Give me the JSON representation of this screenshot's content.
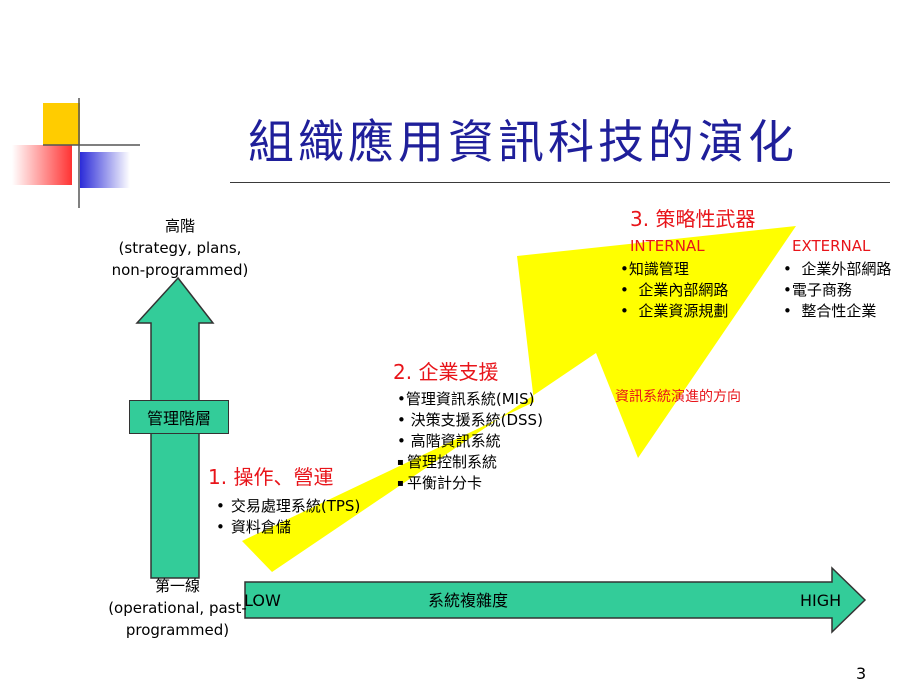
{
  "slide": {
    "title": "組織應用資訊科技的演化",
    "page_number": "3"
  },
  "vertical_axis": {
    "top_label_line1": "高階",
    "top_label_line2": "(strategy, plans,",
    "top_label_line3": "non-programmed)",
    "middle_box": "管理階層",
    "bottom_label_line1": "第一線",
    "bottom_label_line2": "(operational, past-",
    "bottom_label_line3": "programmed)"
  },
  "horizontal_axis": {
    "low": "LOW",
    "center": "系統複雜度",
    "high": "HIGH"
  },
  "stage1": {
    "heading": "1.  操作、營運",
    "items": [
      "交易處理系統(TPS)",
      "資料倉儲"
    ]
  },
  "stage2": {
    "heading": "2. 企業支援",
    "items": [
      "管理資訊系統(MIS)",
      "決策支援系統(DSS)",
      "高階資訊系統",
      "管理控制系統",
      "平衡計分卡"
    ]
  },
  "stage3": {
    "heading": "3. 策略性武器",
    "internal_label": "INTERNAL",
    "external_label": "EXTERNAL",
    "internal_items": [
      "知識管理",
      "企業內部網路",
      "企業資源規劃"
    ],
    "external_items": [
      "企業外部網路",
      "電子商務",
      "整合性企業"
    ]
  },
  "direction_label": "資訊系統演進的方向",
  "colors": {
    "title": "#1f1f9a",
    "arrow_green": "#33cc99",
    "arrow_yellow": "#ffff00",
    "heading_red": "#e8141a",
    "deco_yellow": "#ffcc00",
    "deco_red": "#ff3333",
    "deco_blue": "#2b2bd8"
  }
}
